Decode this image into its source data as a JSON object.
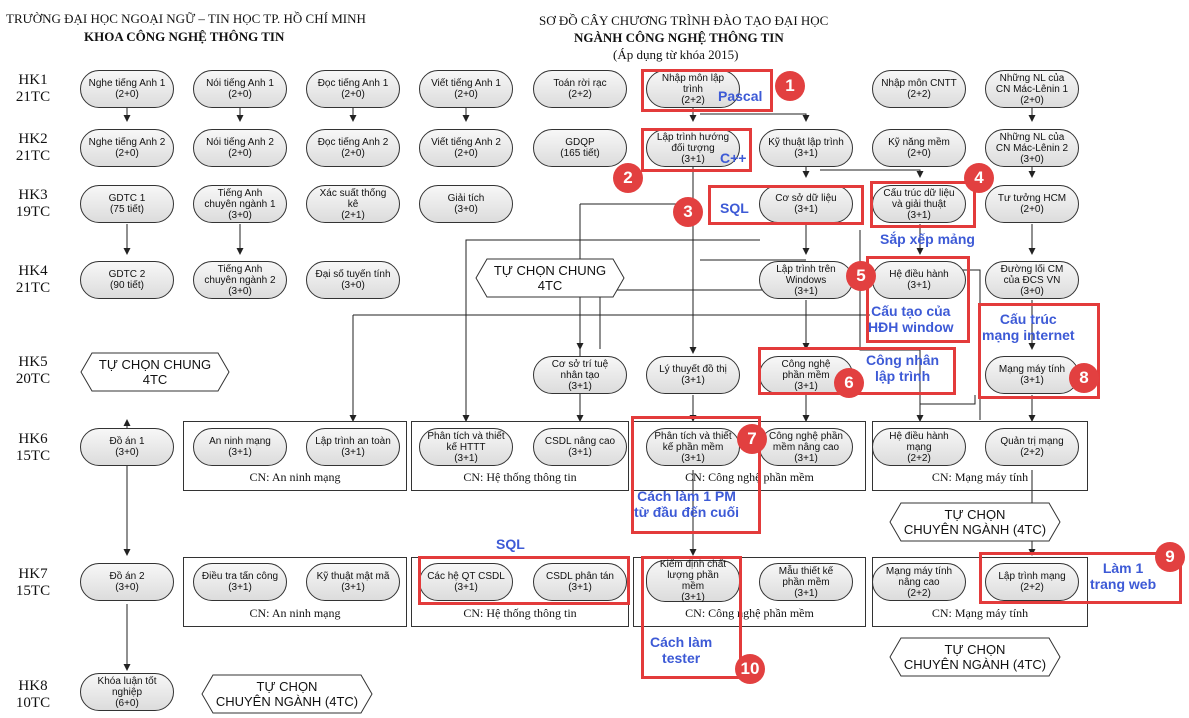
{
  "header": {
    "university": "TRƯỜNG ĐẠI HỌC NGOẠI NGỮ – TIN HỌC TP. HỒ CHÍ MINH",
    "faculty": "KHOA CÔNG NGHỆ THÔNG TIN",
    "title": "SƠ ĐỒ CÂY CHƯƠNG TRÌNH ĐÀO TẠO ĐẠI HỌC",
    "major": "NGÀNH CÔNG NGHỆ THÔNG TIN",
    "applied": "(Áp dụng từ khóa 2015)"
  },
  "semesters": [
    {
      "name": "HK1",
      "credits": "21TC"
    },
    {
      "name": "HK2",
      "credits": "21TC"
    },
    {
      "name": "HK3",
      "credits": "19TC"
    },
    {
      "name": "HK4",
      "credits": "21TC"
    },
    {
      "name": "HK5",
      "credits": "20TC"
    },
    {
      "name": "HK6",
      "credits": "15TC"
    },
    {
      "name": "HK7",
      "credits": "15TC"
    },
    {
      "name": "HK8",
      "credits": "10TC"
    }
  ],
  "courses": {
    "hk1": [
      {
        "name": "Nghe tiếng Anh 1",
        "credit": "(2+0)"
      },
      {
        "name": "Nói tiếng Anh 1",
        "credit": "(2+0)"
      },
      {
        "name": "Đọc tiếng Anh 1",
        "credit": "(2+0)"
      },
      {
        "name": "Viết tiếng Anh 1",
        "credit": "(2+0)"
      },
      {
        "name": "Toán rời rạc",
        "credit": "(2+2)"
      },
      {
        "name": "Nhập môn lập trình",
        "credit": "(2+2)"
      },
      {
        "name": "Nhập môn CNTT",
        "credit": "(2+2)"
      },
      {
        "name": "Những NL của CN Mác-Lênin 1",
        "credit": "(2+0)"
      }
    ],
    "hk2": [
      {
        "name": "Nghe tiếng Anh 2",
        "credit": "(2+0)"
      },
      {
        "name": "Nói tiếng Anh 2",
        "credit": "(2+0)"
      },
      {
        "name": "Đọc tiếng Anh 2",
        "credit": "(2+0)"
      },
      {
        "name": "Viết tiếng Anh 2",
        "credit": "(2+0)"
      },
      {
        "name": "GDQP",
        "credit": "(165 tiết)"
      },
      {
        "name": "Lập trình hướng đối tượng",
        "credit": "(3+1)"
      },
      {
        "name": "Kỹ thuật lập trình",
        "credit": "(3+1)"
      },
      {
        "name": "Kỹ năng mềm",
        "credit": "(2+0)"
      },
      {
        "name": "Những NL của CN Mác-Lênin 2",
        "credit": "(3+0)"
      }
    ],
    "hk3": [
      {
        "name": "GDTC 1",
        "credit": "(75 tiết)"
      },
      {
        "name": "Tiếng Anh chuyên ngành 1",
        "credit": "(3+0)"
      },
      {
        "name": "Xác suất thống kê",
        "credit": "(2+1)"
      },
      {
        "name": "Giải tích",
        "credit": "(3+0)"
      },
      {
        "name": "Cơ sở dữ liệu",
        "credit": "(3+1)"
      },
      {
        "name": "Cấu trúc dữ liệu và giải thuật",
        "credit": "(3+1)"
      },
      {
        "name": "Tư tưởng HCM",
        "credit": "(2+0)"
      }
    ],
    "hk4": [
      {
        "name": "GDTC 2",
        "credit": "(90 tiết)"
      },
      {
        "name": "Tiếng Anh chuyên ngành 2",
        "credit": "(3+0)"
      },
      {
        "name": "Đại số tuyến tính",
        "credit": "(3+0)"
      },
      {
        "name": "Lập trình trên Windows",
        "credit": "(3+1)"
      },
      {
        "name": "Hệ điều hành",
        "credit": "(3+1)"
      },
      {
        "name": "Đường lối CM của ĐCS VN",
        "credit": "(3+0)"
      }
    ],
    "hk5": [
      {
        "name": "Cơ sở trí tuệ nhân tạo",
        "credit": "(3+1)"
      },
      {
        "name": "Lý thuyết đồ thị",
        "credit": "(3+1)"
      },
      {
        "name": "Công nghệ phần mềm",
        "credit": "(3+1)"
      },
      {
        "name": "Mạng máy tính",
        "credit": "(3+1)"
      }
    ],
    "hk6": [
      {
        "name": "Đồ án 1",
        "credit": "(3+0)"
      },
      {
        "name": "An ninh mạng",
        "credit": "(3+1)"
      },
      {
        "name": "Lập trình an toàn",
        "credit": "(3+1)"
      },
      {
        "name": "Phân tích và thiết kế HTTT",
        "credit": "(3+1)"
      },
      {
        "name": "CSDL nâng cao",
        "credit": "(3+1)"
      },
      {
        "name": "Phân tích và thiết kế phần mềm",
        "credit": "(3+1)"
      },
      {
        "name": "Công nghệ phần mềm nâng cao",
        "credit": "(3+1)"
      },
      {
        "name": "Hệ điều hành mạng",
        "credit": "(2+2)"
      },
      {
        "name": "Quản trị mạng",
        "credit": "(2+2)"
      }
    ],
    "hk7": [
      {
        "name": "Đồ án 2",
        "credit": "(3+0)"
      },
      {
        "name": "Điều tra tấn công",
        "credit": "(3+1)"
      },
      {
        "name": "Kỹ thuật mật mã",
        "credit": "(3+1)"
      },
      {
        "name": "Các hệ QT CSDL",
        "credit": "(3+1)"
      },
      {
        "name": "CSDL phân tán",
        "credit": "(3+1)"
      },
      {
        "name": "Kiểm định chất lượng phần mềm",
        "credit": "(3+1)"
      },
      {
        "name": "Mẫu thiết kế phần mềm",
        "credit": "(3+1)"
      },
      {
        "name": "Mạng máy tính nâng cao",
        "credit": "(2+2)"
      },
      {
        "name": "Lập trình mạng",
        "credit": "(2+2)"
      }
    ],
    "hk8": [
      {
        "name": "Khóa luận tốt nghiệp",
        "credit": "(6+0)"
      }
    ]
  },
  "groups": {
    "hk6_security": "CN: An ninh mạng",
    "hk6_is": "CN: Hệ thống thông tin",
    "hk6_se": "CN: Công nghệ phần mềm",
    "hk6_net": "CN: Mạng máy tính",
    "hk7_security": "CN: An ninh mạng",
    "hk7_is": "CN: Hệ thống thông tin",
    "hk7_se": "CN: Công nghệ phần mềm",
    "hk7_net": "CN: Mạng máy tính"
  },
  "electives": {
    "general": "TỰ CHỌN CHUNG",
    "general_credits": "4TC",
    "major_line1": "TỰ CHỌN",
    "major_line2": "CHUYÊN NGÀNH (4TC)"
  },
  "annotations": {
    "badges": [
      "1",
      "2",
      "3",
      "4",
      "5",
      "6",
      "7",
      "8",
      "9",
      "10"
    ],
    "pascal": "Pascal",
    "cpp": "C++",
    "sql1": "SQL",
    "sort": "Sắp xếp mảng",
    "os_l1": "Cấu tạo của",
    "os_l2": "HĐH window",
    "net_l1": "Cấu trúc",
    "net_l2": "mạng internet",
    "coder_l1": "Công nhân",
    "coder_l2": "lập trình",
    "pm_l1": "Cách làm 1 PM",
    "pm_l2": "từ đầu đến cuối",
    "sql2": "SQL",
    "web_l1": "Làm 1",
    "web_l2": "trang web",
    "tester_l1": "Cách làm",
    "tester_l2": "tester"
  },
  "colors": {
    "highlight": "#e33b3b",
    "badge": "#e24040",
    "annotation": "#3d5ad6",
    "node_fill": "#e6e6e6",
    "line": "#222222"
  }
}
